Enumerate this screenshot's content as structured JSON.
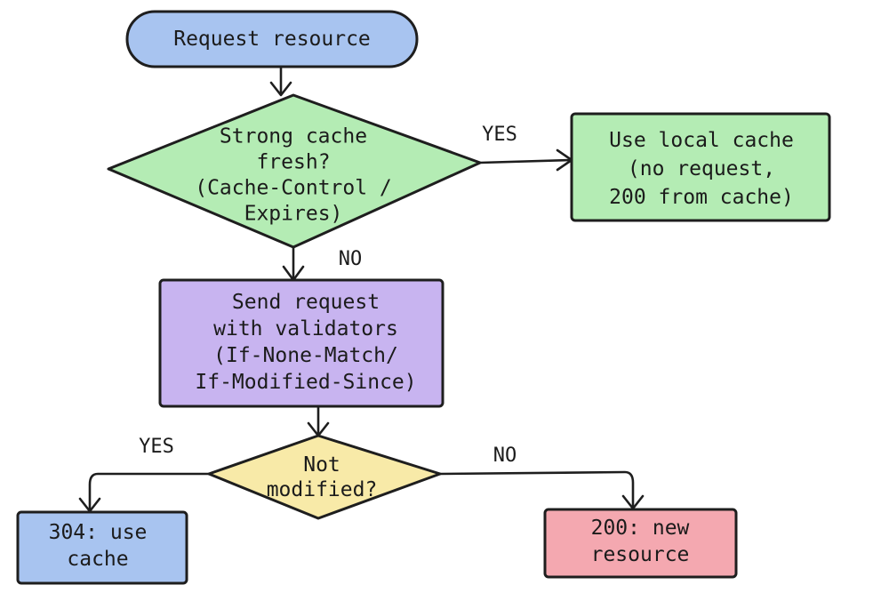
{
  "nodes": {
    "request_resource": {
      "shape": "terminal",
      "color": "#a8c4f0",
      "lines": [
        "Request resource"
      ]
    },
    "strong_cache_decision": {
      "shape": "decision",
      "color": "#b4ecb4",
      "lines": [
        "Strong cache",
        "fresh?",
        "(Cache-Control /",
        "Expires)"
      ]
    },
    "use_local_cache": {
      "shape": "process",
      "color": "#b4ecb4",
      "lines": [
        "Use local cache",
        "(no request,",
        "200 from cache)"
      ]
    },
    "send_request_validators": {
      "shape": "process",
      "color": "#c8b4f0",
      "lines": [
        "Send request",
        "with validators",
        "(If-None-Match/",
        "If-Modified-Since)"
      ]
    },
    "not_modified_decision": {
      "shape": "decision",
      "color": "#f8eaa8",
      "lines": [
        "Not",
        "modified?"
      ]
    },
    "use_cache_304": {
      "shape": "process",
      "color": "#a8c4f0",
      "lines": [
        "304: use",
        "cache"
      ]
    },
    "new_resource_200": {
      "shape": "process",
      "color": "#f4a8b0",
      "lines": [
        "200: new",
        "resource"
      ]
    }
  },
  "edges": {
    "request_to_strong_cache": {
      "label": ""
    },
    "strong_cache_yes": {
      "label": "YES"
    },
    "strong_cache_no": {
      "label": "NO"
    },
    "validators_to_not_modified": {
      "label": ""
    },
    "not_modified_yes": {
      "label": "YES"
    },
    "not_modified_no": {
      "label": "NO"
    }
  },
  "colors": {
    "stroke": "#1e1e1e",
    "text": "#1b1b1b"
  }
}
